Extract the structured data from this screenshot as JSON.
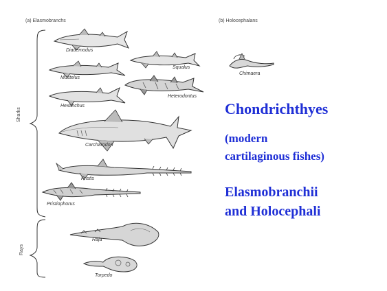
{
  "headers": {
    "elasmobranchs": "(a)  Elasmobranchs",
    "holocephalans": "(b)  Holocephalans"
  },
  "groups": {
    "sharks": "Sharks",
    "rays": "Rays"
  },
  "fish": {
    "diademodus": "Diademodus",
    "squalus": "Squalus",
    "mustelus": "Mustelus",
    "heterodontus": "Heterodontus",
    "hexanchus": "Hexanchus",
    "carcharodon": "Carcharodon",
    "pristis": "Pristis",
    "pristiophorus": "Pristiophorus",
    "raja": "Raja",
    "torpedo": "Torpedo",
    "chimaera": "Chimaera"
  },
  "title": {
    "line1": "Chondrichthyes",
    "line2": "(modern",
    "line3": "cartilaginous fishes)",
    "line4": "Elasmobranchii",
    "line5": "and Holocephali"
  },
  "colors": {
    "title": "#1f2fd6",
    "ink": "#333333"
  }
}
